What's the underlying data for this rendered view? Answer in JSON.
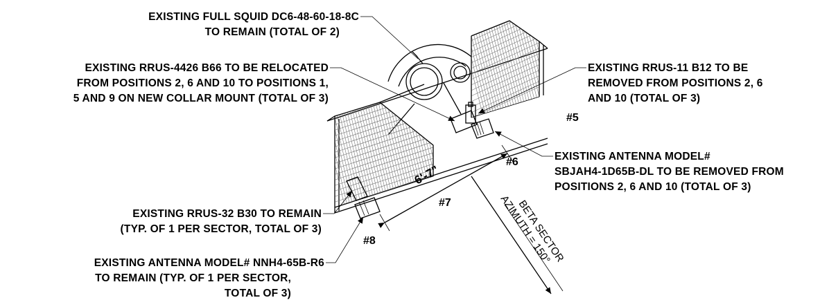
{
  "callouts": {
    "squid": [
      "EXISTING FULL SQUID DC6-48-60-18-8C",
      "TO REMAIN (TOTAL OF 2)"
    ],
    "rrus4426": [
      "EXISTING RRUS-4426 B66 TO BE RELOCATED",
      "FROM POSITIONS 2, 6 AND 10 TO POSITIONS 1,",
      "5 AND 9 ON NEW COLLAR MOUNT (TOTAL OF 3)"
    ],
    "rrus11": [
      "EXISTING RRUS-11 B12 TO BE",
      "REMOVED FROM POSITIONS 2, 6",
      "AND 10 (TOTAL OF 3)"
    ],
    "antenna_sbjah": [
      "EXISTING ANTENNA MODEL#",
      "SBJAH4-1D65B-DL TO BE REMOVED FROM",
      "POSITIONS 2, 6 AND 10 (TOTAL OF 3)"
    ],
    "rrus32": [
      "EXISTING RRUS-32 B30 TO REMAIN",
      "(TYP. OF 1 PER SECTOR, TOTAL OF 3)"
    ],
    "antenna_nnh": [
      "EXISTING ANTENNA MODEL# NNH4-65B-R6",
      "TO REMAIN (TYP. OF 1 PER SECTOR,",
      "TOTAL OF 3)"
    ]
  },
  "positions": {
    "p5": "#5",
    "p6": "#6",
    "p7": "#7",
    "p8": "#8"
  },
  "dimension": "6'-7\"",
  "sector": {
    "line1": "BETA SECTOR",
    "line2": "AZIMUTH = 150°"
  }
}
